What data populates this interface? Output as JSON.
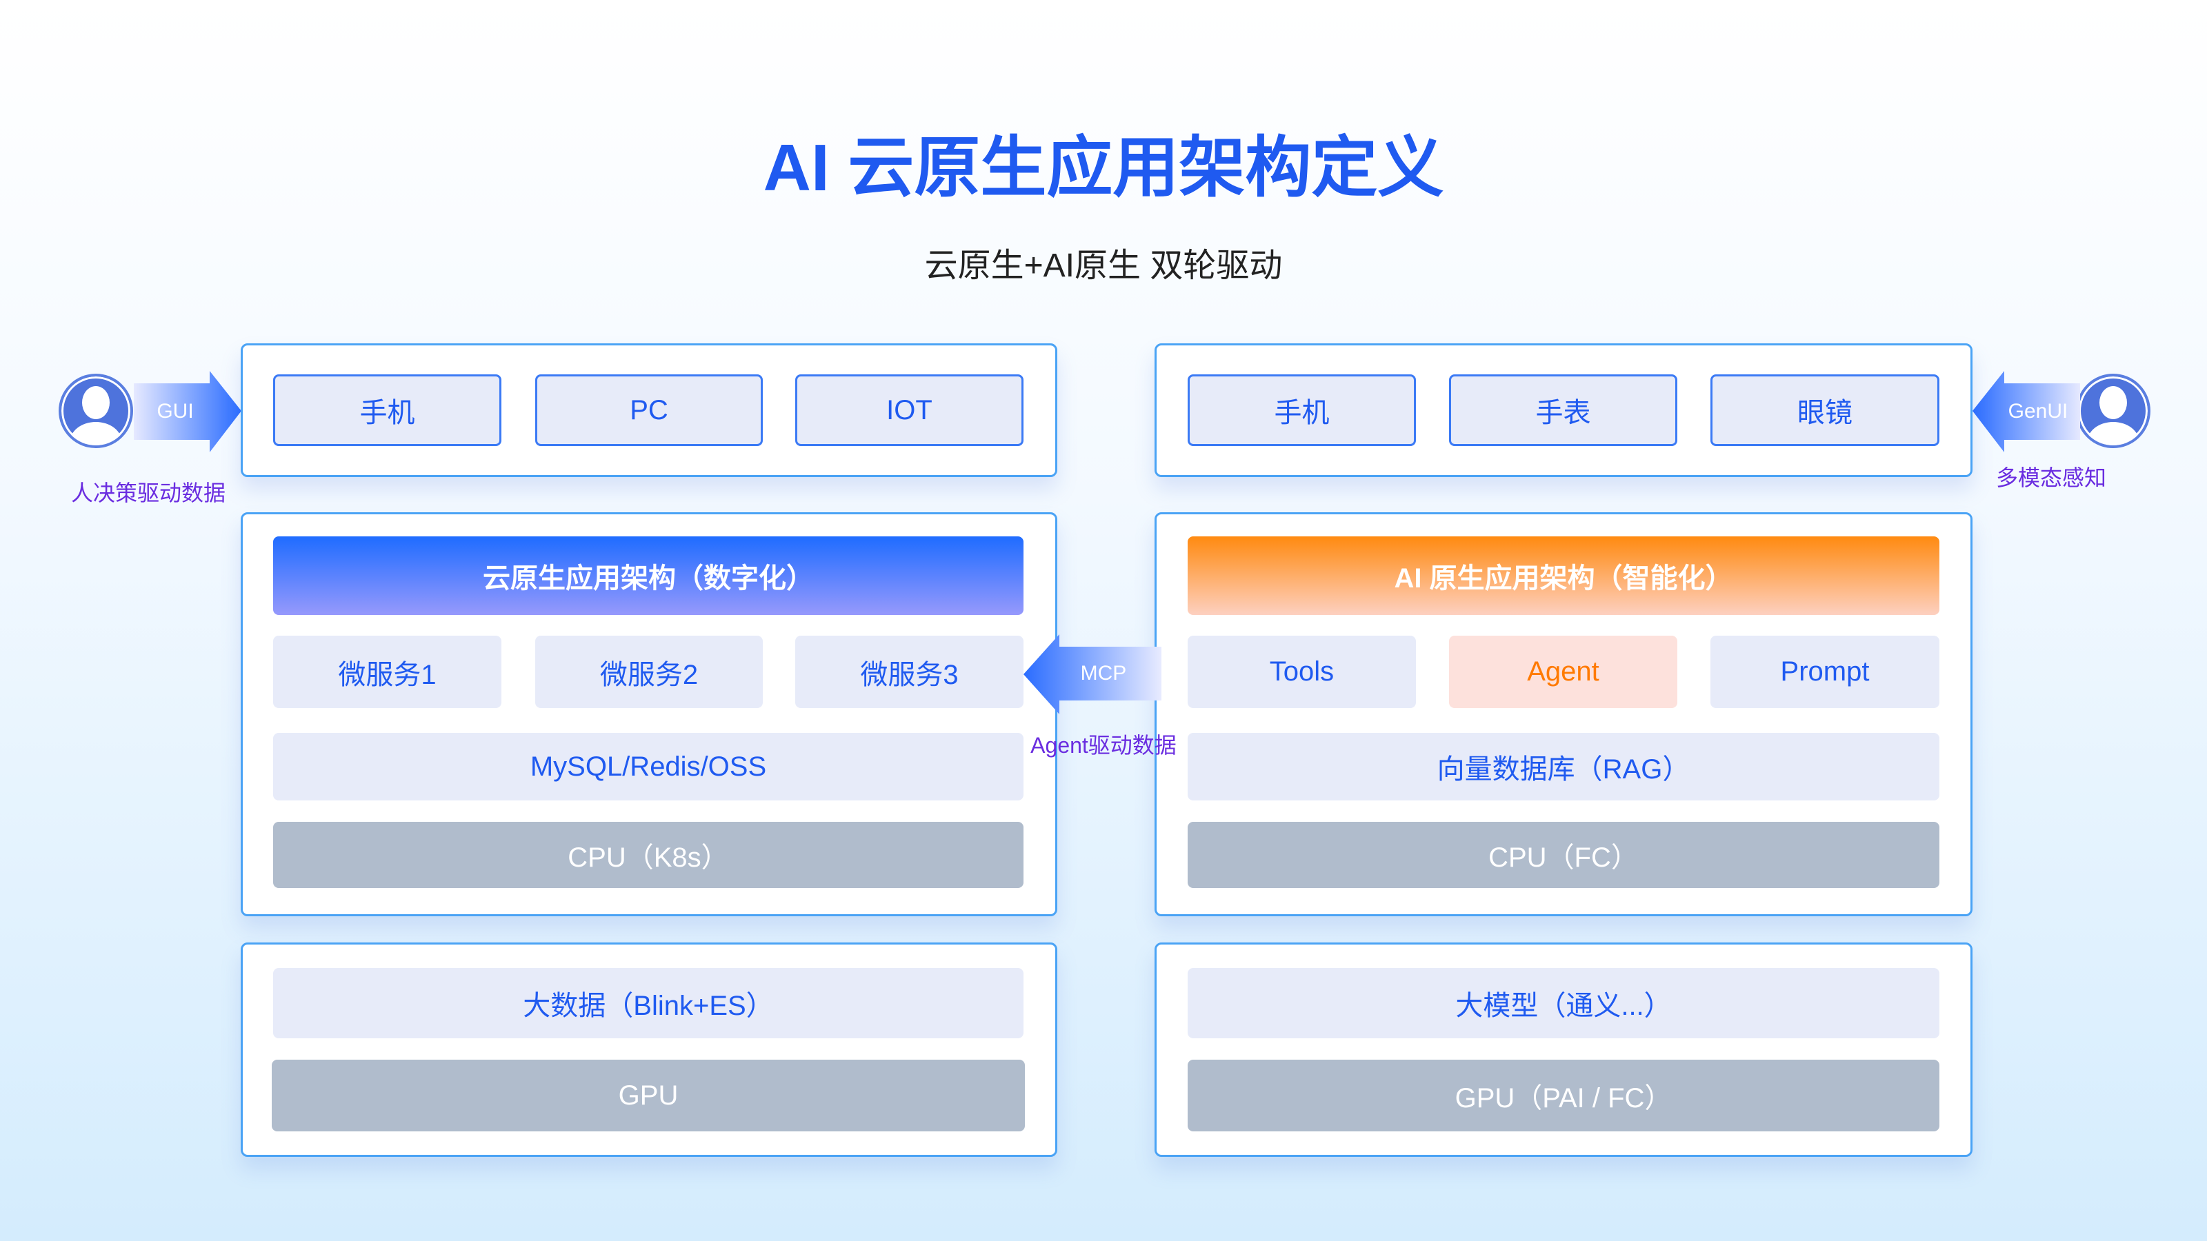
{
  "title": "AI 云原生应用架构定义",
  "subtitle": "云原生+AI原生 双轮驱动",
  "left": {
    "user_arrow_label": "GUI",
    "user_caption": "人决策驱动数据",
    "devices": [
      "手机",
      "PC",
      "IOT"
    ],
    "header": "云原生应用架构（数字化）",
    "services": [
      "微服务1",
      "微服务2",
      "微服务3"
    ],
    "storage": "MySQL/Redis/OSS",
    "compute": "CPU（K8s）",
    "data_layer": "大数据（Blink+ES）",
    "gpu": "GPU"
  },
  "right": {
    "user_arrow_label": "GenUI",
    "user_caption": "多模态感知",
    "devices": [
      "手机",
      "手表",
      "眼镜"
    ],
    "header": "AI 原生应用架构（智能化）",
    "services": [
      "Tools",
      "Agent",
      "Prompt"
    ],
    "storage": "向量数据库（RAG）",
    "compute": "CPU（FC）",
    "model_layer": "大模型（通义...）",
    "gpu": "GPU（PAI / FC）"
  },
  "bridge": {
    "arrow_label": "MCP",
    "caption": "Agent驱动数据"
  },
  "colors": {
    "title": "#1f5af0",
    "accent_blue": "#1f6cff",
    "accent_orange": "#ff8a10",
    "caption": "#6a2de0"
  }
}
